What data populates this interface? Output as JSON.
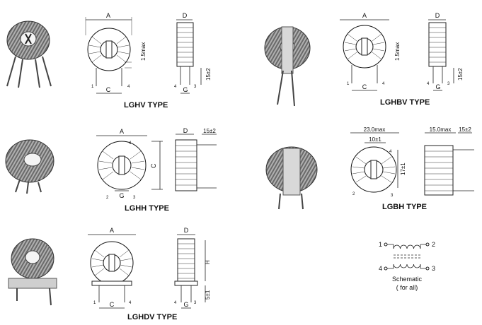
{
  "types": {
    "lghv": "LGHV TYPE",
    "lghbv": "LGHBV TYPE",
    "lghh": "LGHH TYPE",
    "lgbh": "LGBH TYPE",
    "lghdv": "LGHDV TYPE"
  },
  "dims": {
    "A": "A",
    "C": "C",
    "D": "D",
    "G": "G",
    "H": "H",
    "max15": "1.5max",
    "pm15": "15±2",
    "pm5": "5±1",
    "max23": "23.0max",
    "pm10": "10±1",
    "pm17": "17±1",
    "max15w": "15.0max"
  },
  "pins": {
    "p1": "1",
    "p2": "2",
    "p3": "3",
    "p4": "4"
  },
  "schematic": {
    "title": "Schematic",
    "note": "( for all)"
  }
}
